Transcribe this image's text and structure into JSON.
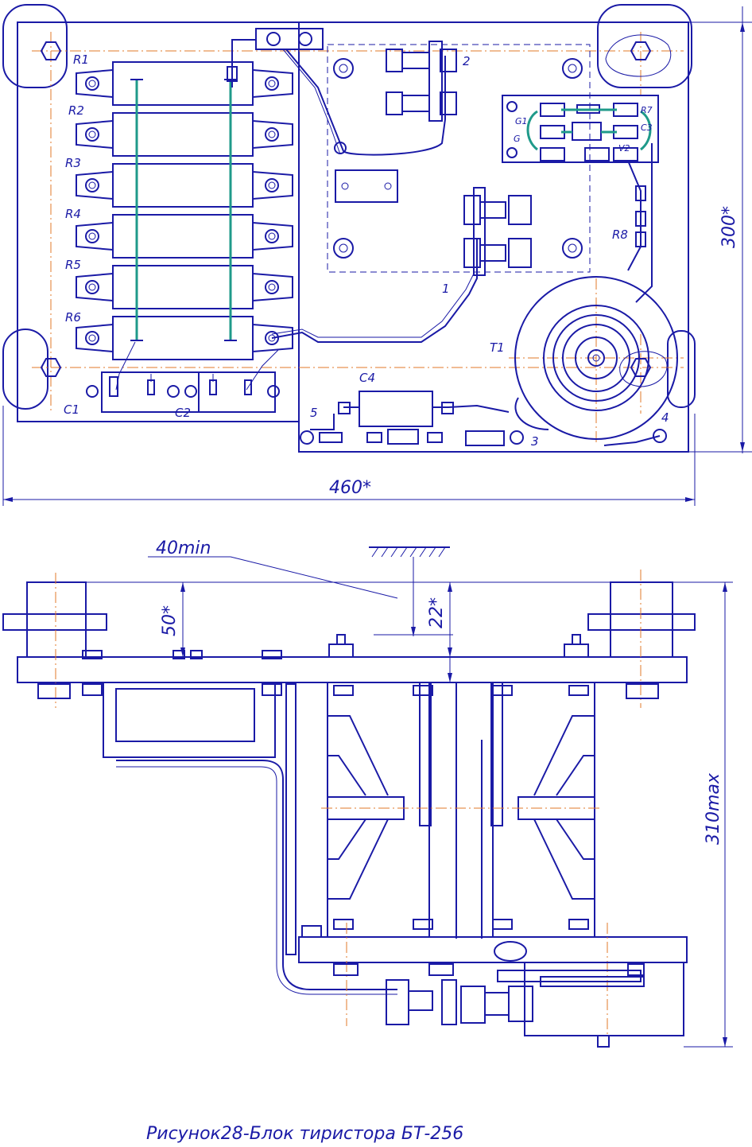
{
  "colors": {
    "line": "#1a1aa6",
    "centerline": "#e07a2a",
    "wire": "#1f9a8a",
    "background": "#ffffff"
  },
  "top_view": {
    "resistor_labels": [
      "R1",
      "R2",
      "R3",
      "R4",
      "R5",
      "R6"
    ],
    "capacitor_labels": {
      "c1": "C1",
      "c2": "C2",
      "c4": "C4"
    },
    "board_labels": {
      "r7": "R7",
      "r8": "R8",
      "c3": "C3",
      "v2": "V2",
      "g1": "G1",
      "g": "G"
    },
    "transformer_label": "T1",
    "position_numbers": {
      "p1": "1",
      "p2": "2",
      "p3": "3",
      "p4": "4",
      "p5": "5"
    },
    "dimension_height": "300*",
    "dimension_width": "460*"
  },
  "side_view": {
    "dimension_clearance": "40min",
    "dimension_stud": "50*",
    "dimension_gap": "22*",
    "dimension_total": "310max"
  },
  "caption": "Рисунок28-Блок тиристора БТ-256"
}
